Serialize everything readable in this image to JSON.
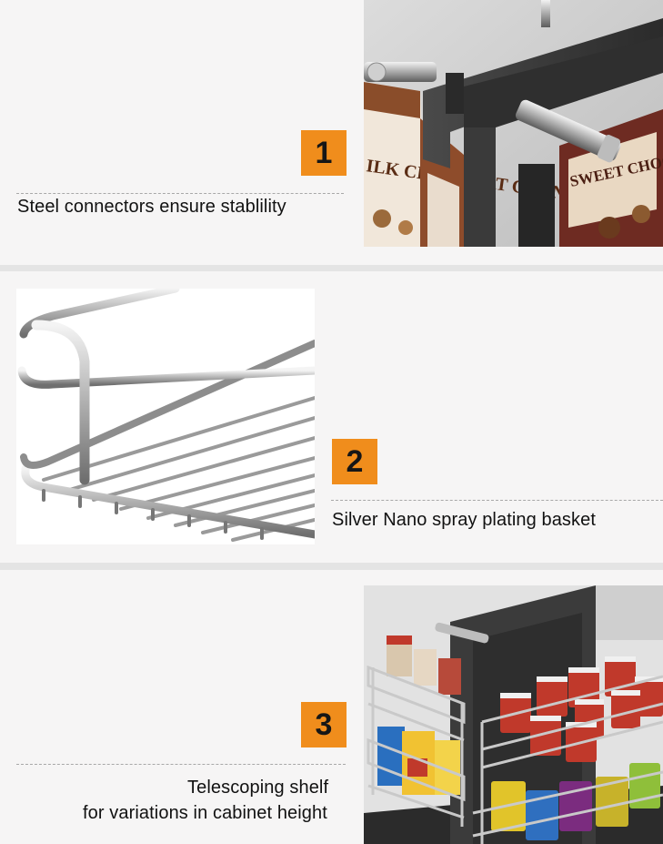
{
  "features": [
    {
      "number": "1",
      "caption": "Steel connectors ensure stablility"
    },
    {
      "number": "2",
      "caption": "Silver Nano spray plating basket"
    },
    {
      "number": "3",
      "caption_line1": "Telescoping shelf",
      "caption_line2": "for variations in cabinet height"
    }
  ],
  "package_text": {
    "box_left": "ILK CHOCOLAT CHUN",
    "box_right": "SWEET CHOCOLATE CHUNKS"
  },
  "colors": {
    "panel_background": "#f6f5f5",
    "badge": "#f08d1c",
    "badge_text": "#161616",
    "divider": "#a8a8a8"
  }
}
